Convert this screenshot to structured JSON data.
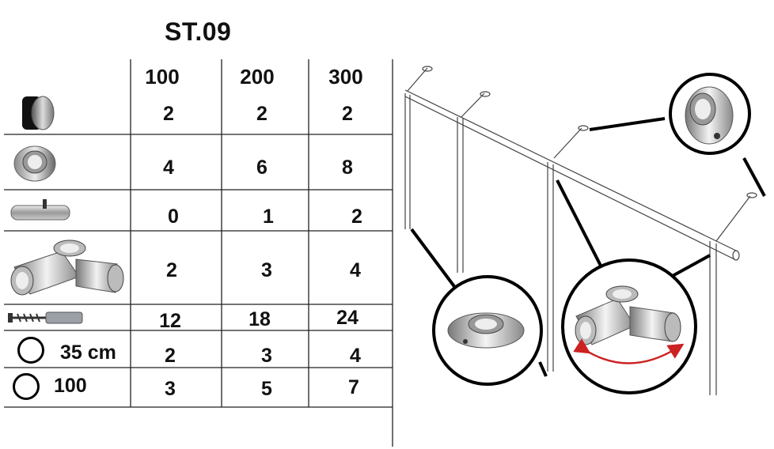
{
  "title": "ST.09",
  "columns": [
    "100",
    "200",
    "300"
  ],
  "rows": [
    {
      "icon": "end-cap-icon",
      "values": [
        "2",
        "2",
        "2"
      ]
    },
    {
      "icon": "wall-flange-icon",
      "values": [
        "4",
        "6",
        "8"
      ]
    },
    {
      "icon": "tube-connector-icon",
      "values": [
        "0",
        "1",
        "2"
      ]
    },
    {
      "icon": "three-way-adjustable-joint-icon",
      "values": [
        "2",
        "3",
        "4"
      ]
    },
    {
      "icon": "screw-with-dowel-icon",
      "values": [
        "12",
        "18",
        "24"
      ]
    },
    {
      "icon": "post-tube-icon",
      "label": "35 cm",
      "values": [
        "2",
        "3",
        "4"
      ]
    },
    {
      "icon": "rail-tube-icon",
      "label": "100",
      "values": [
        "3",
        "5",
        "7"
      ]
    }
  ],
  "colors": {
    "arrow": "#cc2222",
    "line": "#000000",
    "metal": "#b8bec4"
  }
}
